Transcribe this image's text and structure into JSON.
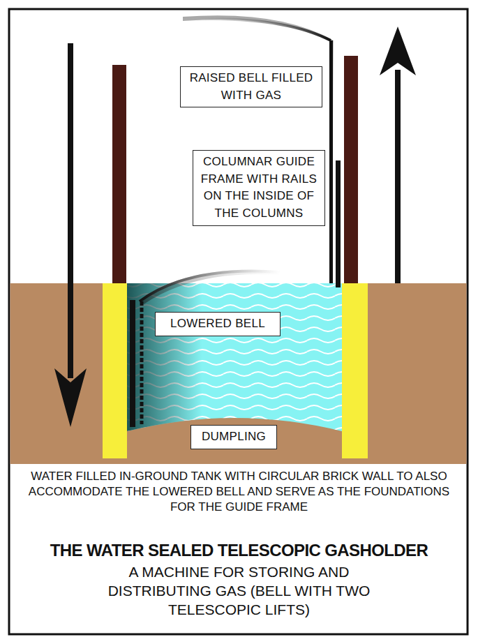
{
  "diagram": {
    "title": "THE WATER SEALED TELESCOPIC GASHOLDER",
    "caption": "A MACHINE FOR STORING AND DISTRIBUTING GAS (BELL WITH TWO TELESCOPIC LIFTS)",
    "nodes": [
      {
        "text": [
          "RAISED BELL FILLED WITH GAS"
        ]
      },
      {
        "text": [
          "COLUMNAR GUIDE FRAME WITH RAILS ON THE INSIDE OF THE COLUMNS"
        ]
      },
      {
        "text": [
          "LOWERED BELL"
        ]
      },
      {
        "text": [
          "DUMPLING"
        ]
      }
    ],
    "labels": [
      "WATER FILLED IN-GROUND TANK WITH CIRCULAR BRICK WALL TO ALSO ACCOMMODATE THE LOWERED BELL AND SERVE AS THE FOUNDATIONS FOR THE GUIDE FRAME"
    ]
  }
}
